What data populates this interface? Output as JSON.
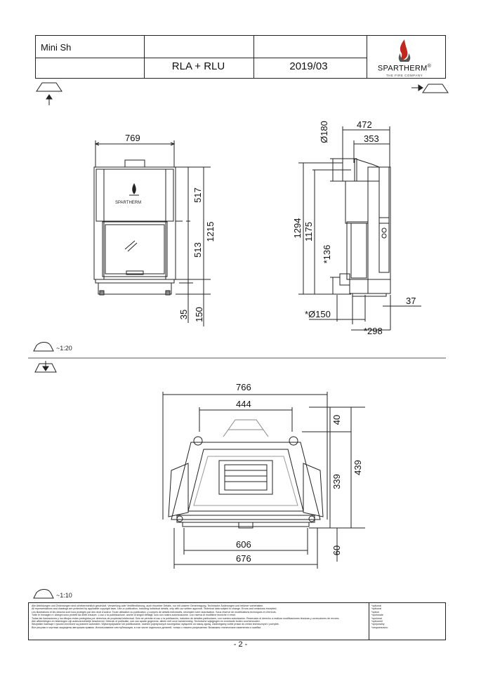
{
  "header": {
    "model": "Mini Sh",
    "variant": "RLA + RLU",
    "date": "2019/03",
    "brand": "SPARTHERM",
    "brand_reg": "®",
    "tagline": "THE FIRE COMPANY"
  },
  "front_view": {
    "width": "769",
    "upper_height": "517",
    "door_height": "513",
    "total_height": "1215",
    "base_gap": "35",
    "leg_height": "150",
    "brand_label": "SPARTHERM"
  },
  "side_view": {
    "depth": "472",
    "depth_inner": "353",
    "flue_diameter": "Ø180",
    "height_total": "1294",
    "height_flue": "1175",
    "air_height": "*136",
    "air_diameter": "*Ø150",
    "air_offset": "*298",
    "rear_gap": "37"
  },
  "scale_front": "~1:20",
  "top_view": {
    "outer_width": "766",
    "inner_rear": "444",
    "front_depth": "40",
    "inner_depth": "339",
    "outer_depth": "439",
    "glass_width": "606",
    "frame_width": "676",
    "front_offset": "60"
  },
  "scale_top": "~1:10",
  "footer": {
    "legal": [
      "Alle Abbildungen und Zeichnungen sind urheberrechtlich geschützt. Verwertung oder Veröffentlichung, auch einzelner Details, nur mit unserer Genehmigung. Technische Änderungen und Irrtümer vorbehalten.",
      "All representations and drawings are protected by applicable copyright laws. Use or publication, including individual details, only with our written approval. Technical data subject to change. Errors and omissions excepted.",
      "Les illustrations et les dessins sont tous protégés par des droit d'auteur. Toute utilisation ou publication, y compris de détails individuels, nécessite notre autorisation. Sous réserve de modifications techniques et d'erreurs.",
      "Tutte le immagini e i disegni sono protetti da diritti d'autore. L'uso o la pubblicazione, anche di singoli dettagli, solo con nostra autorizzazione. Con riserva di modifiche tecniche e errori.",
      "Todas las ilustraciones y los dibujos están protegidos por derechos de propiedad intelectual. Solo se permite el uso o la publicación, incluidos de detalles particulares, con nuestra autorización. Reservado el derecho a realizar modificaciones técnicas y correcciones de errores.",
      "Alle afbeeldingen en tekeningen zijn auteursrechtelijk beschermd. Gebruik of publicatie, ook van aparte gegevens, alleen met onze toestemming. Technische wijzigingen en eventuele fouten voorbehouden.",
      "Wszystkie ilustracje i rysunki chronione są prawem autorskim. Wykorzystywanie lub publikowanie, również pojedynczych szczegółów, wyłącznie za naszą zgodą. Zastrzegamy sobie prawo do zmian technicznych i pomyłek.",
      "Все рисунки и чертежи защищены авторским правом. Использование или публикация, в том числе отдельных деталей, только с нашего разрешения. Возможны технические изменения и ошибки."
    ],
    "optional": [
      "*optional",
      "*optional",
      "*option",
      "*opzionale",
      "*opcional",
      "*optioneel",
      "*opcjonalny",
      "*опционально"
    ]
  },
  "page_number": "- 2 -"
}
